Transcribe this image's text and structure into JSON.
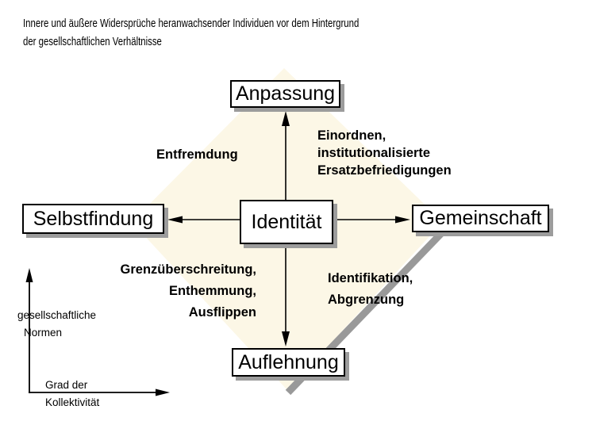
{
  "title": {
    "line1": "Innere und äußere Widersprüche heranwachsender Individuen vor dem Hintergrund",
    "line2": "der gesellschaftlichen Verhältnisse"
  },
  "diagram": {
    "center_box": "Identität",
    "boxes": {
      "top": "Anpassung",
      "left": "Selbstfindung",
      "right": "Gemeinschaft",
      "bottom": "Auflehnung"
    },
    "quadrant_labels": {
      "top_left": "Entfremdung",
      "top_right": [
        "Einordnen,",
        "institutionalisierte",
        "Ersatzbefriedigungen"
      ],
      "bottom_left": [
        "Grenzüberschreitung,",
        "Enthemmung,",
        "Ausflippen"
      ],
      "bottom_right": [
        "Identifikation,",
        "Abgrenzung"
      ]
    },
    "axis": {
      "y_label": [
        "gesellschaftliche",
        "Normen"
      ],
      "x_label": [
        "Grad der",
        "Kollektivität"
      ]
    },
    "colors": {
      "diamond_fill": "#FCF7E6",
      "shadow_gray": "#999999",
      "box_fill": "#FFFFFF",
      "box_border": "#000000",
      "arrow": "#000000"
    }
  }
}
